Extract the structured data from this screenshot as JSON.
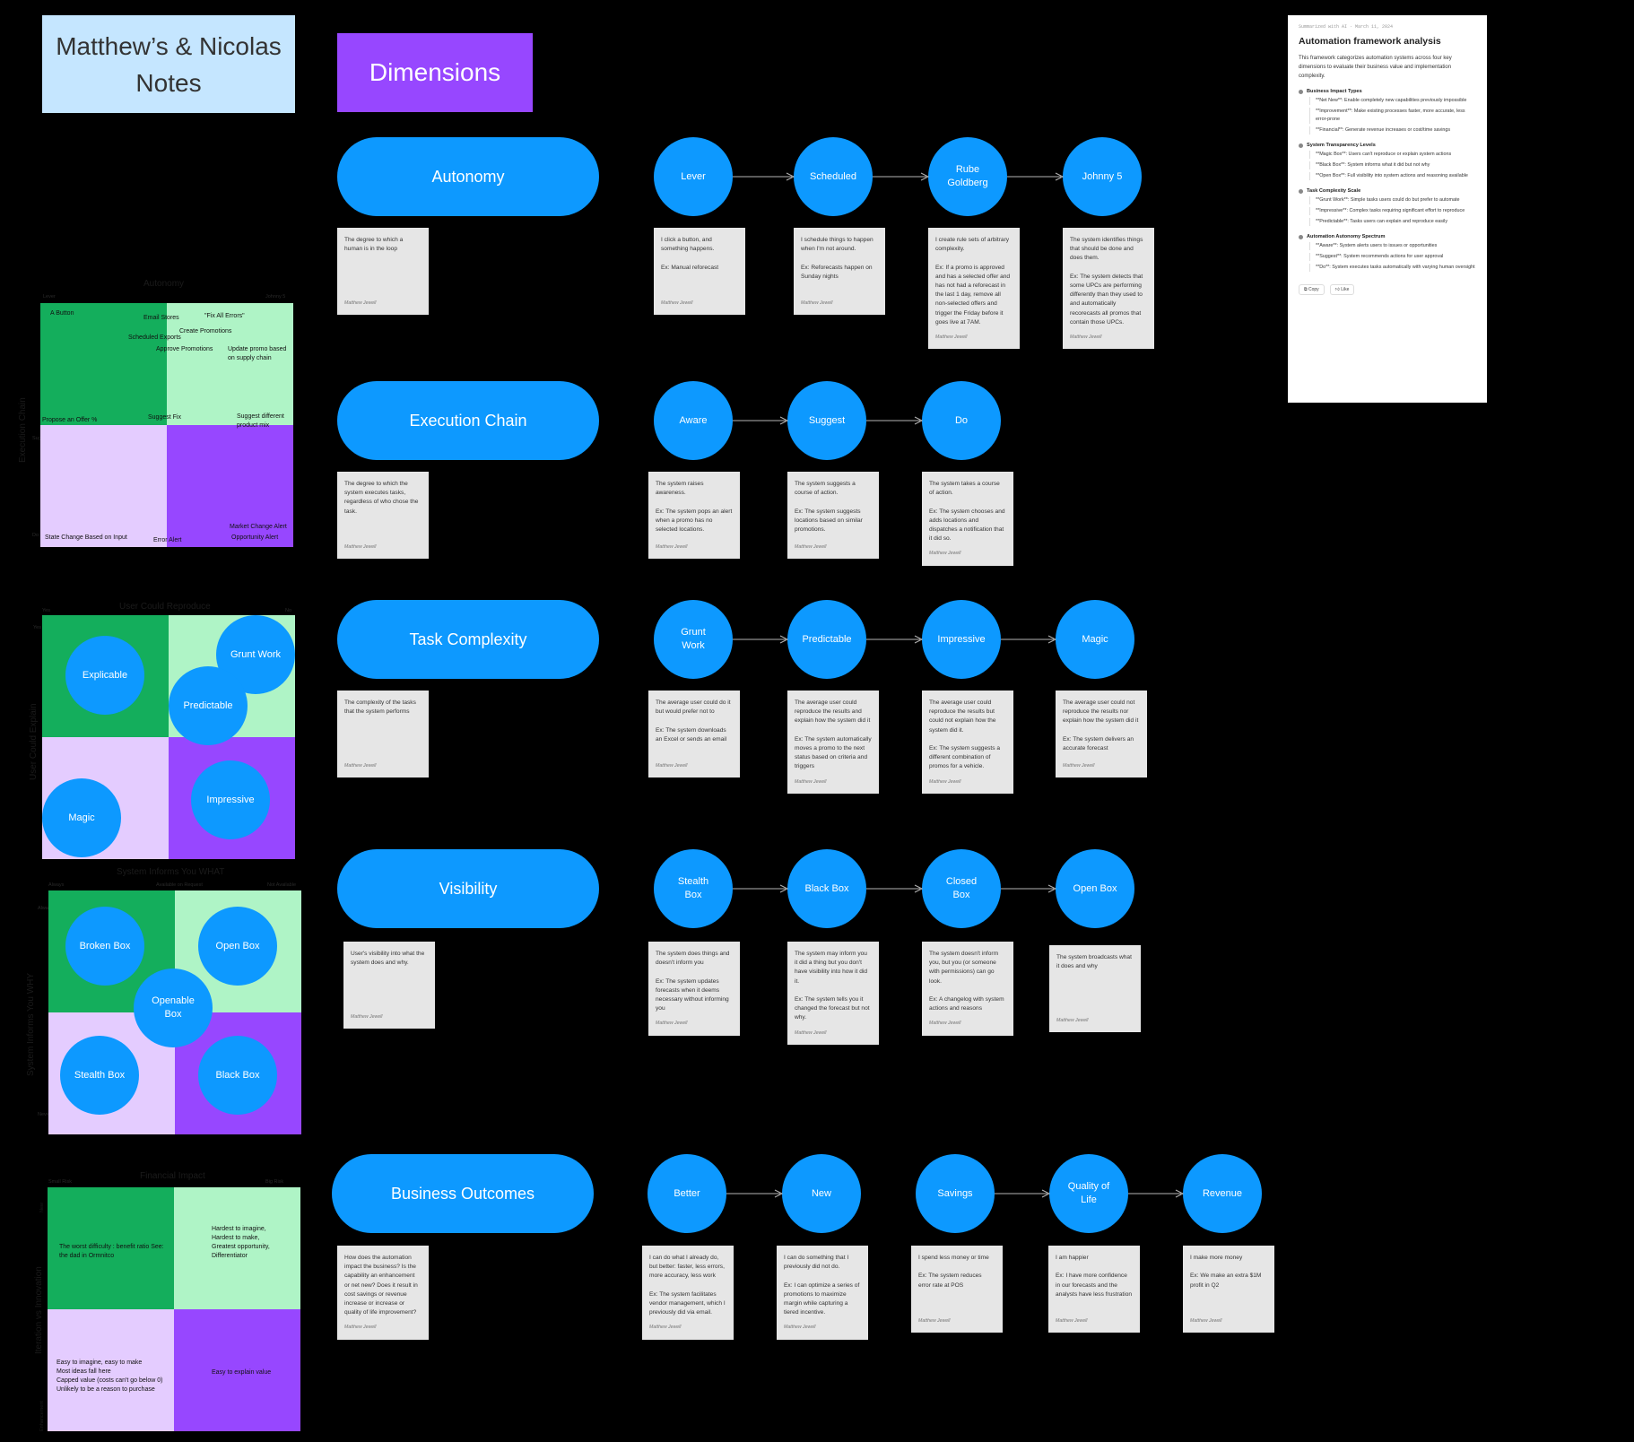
{
  "board": {
    "title": "Matthew’s & Nicolas Notes",
    "dimensions_label": "Dimensions"
  },
  "rows": [
    {
      "label": "Autonomy",
      "definition": "The degree to which a human is in the loop",
      "author": "Matthew Jewell",
      "stages": [
        {
          "name": "Lever",
          "note": "I click a button, and something happens.\n\nEx: Manual reforecast",
          "author": "Matthew Jewell"
        },
        {
          "name": "Scheduled",
          "note": "I schedule things to happen when I'm not around.\n\nEx: Reforecasts happen on Sunday nights",
          "author": "Matthew Jewell"
        },
        {
          "name": "Rube Goldberg",
          "note": "I create rule sets of arbitrary complexity.\n\nEx: If a promo is approved and has a selected offer and has not had a reforecast in the last 1 day, remove all non-selected offers and trigger the Friday before it goes live at 7AM.",
          "author": "Matthew Jewell"
        },
        {
          "name": "Johnny 5",
          "note": "The system identifies things that should be done and does them.\n\nEx: The system detects that some UPCs are performing differently than they used to and automatically recorecasts all promos that contain those UPCs.",
          "author": "Matthew Jewell"
        }
      ]
    },
    {
      "label": "Execution Chain",
      "definition": "The degree to which the system executes tasks, regardless of who chose the task.",
      "author": "Matthew Jewell",
      "stages": [
        {
          "name": "Aware",
          "note": "The system raises awareness.\n\nEx: The system pops an alert when a promo has no selected locations.",
          "author": "Matthew Jewell"
        },
        {
          "name": "Suggest",
          "note": "The system suggests a course of action.\n\nEx: The system suggests locations based on similar promotions.",
          "author": "Matthew Jewell"
        },
        {
          "name": "Do",
          "note": "The system takes a course of action.\n\nEx: The system chooses and adds locations and dispatches a notification that it did so.",
          "author": "Matthew Jewell"
        }
      ]
    },
    {
      "label": "Task Complexity",
      "definition": "The complexity of the tasks that the system performs",
      "author": "Matthew Jewell",
      "stages": [
        {
          "name": "Grunt Work",
          "note": "The average user could do it but would prefer not to\n\nEx: The system downloads an Excel or sends an email",
          "author": "Matthew Jewell"
        },
        {
          "name": "Predictable",
          "note": "The average user could reproduce the results and explain how the system did it\n\nEx: The system automatically moves a promo to the next status based on criteria and triggers",
          "author": "Matthew Jewell"
        },
        {
          "name": "Impressive",
          "note": "The average user could reproduce the results but could not explain how the system did it.\n\nEx: The system suggests a different combination of promos for a vehicle.",
          "author": "Matthew Jewell"
        },
        {
          "name": "Magic",
          "note": "The average user could not reproduce the results nor explain how the system did it\n\nEx: The system delivers an accurate forecast",
          "author": "Matthew Jewell"
        }
      ]
    },
    {
      "label": "Visibility",
      "definition": "User's visibility into what the system does and why.",
      "author": "Matthew Jewell",
      "stages": [
        {
          "name": "Stealth Box",
          "note": "The system does things and doesn't inform you\n\nEx: The system updates forecasts when it deems necessary without informing you",
          "author": "Matthew Jewell"
        },
        {
          "name": "Black Box",
          "note": "The system may inform you it did a thing but you don't have visibility into how it did it.\n\nEx: The system tells you it changed the forecast but not why.",
          "author": "Matthew Jewell"
        },
        {
          "name": "Closed Box",
          "note": "The system doesn't inform you, but you (or someone with permissions) can go look.\n\nEx: A changelog with system actions and reasons",
          "author": "Matthew Jewell"
        },
        {
          "name": "Open Box",
          "note": "The system broadcasts what it does and why",
          "author": "Matthew Jewell"
        }
      ]
    },
    {
      "label": "Business Outcomes",
      "definition": "How does the automation impact the business? Is the capability an enhancement or net new? Does it result in cost savings or revenue increase or increase or quality of life improvement?",
      "author": "Matthew Jewell",
      "stages": [
        {
          "name": "Better",
          "note": "I can do what I already do, but better: faster, less errors, more accuracy, less work\n\nEx: The system facilitates vendor management, which I previously did via email.",
          "author": "Matthew Jewell"
        },
        {
          "name": "New",
          "note": "I can do something that I previously did not do.\n\nEx: I can optimize a series of promotions to maximize margin while capturing a tiered incentive.",
          "author": "Matthew Jewell"
        },
        {
          "name": "Savings",
          "note": "I spend less money or time\n\nEx: The system reduces error rate at POS",
          "author": "Matthew Jewell"
        },
        {
          "name": "Quality of Life",
          "note": "I am happier\n\nEx: I have more confidence in our forecasts and the analysts have less frustration",
          "author": "Matthew Jewell"
        },
        {
          "name": "Revenue",
          "note": "I make more money\n\nEx: We make an extra $1M profit in Q2",
          "author": "Matthew Jewell"
        }
      ]
    }
  ],
  "matrices": {
    "autonomy": {
      "x_title": "Autonomy",
      "y_title": "Execution Chain",
      "tick_tl": "Lever",
      "tick_tr": "Johnny 5",
      "tick_y_mid": "Suggest",
      "tick_y_bot": "Do",
      "labels": {
        "a_button": "A Button",
        "email_stores": "Email Stores",
        "fix_all_errors": "\"Fix All Errors\"",
        "create_promotions": "Create Promotions",
        "scheduled_exports": "Scheduled Exports",
        "approve_promotions": "Approve Promotions",
        "update_promo": "Update promo based on supply chain",
        "propose_offer": "Propose an Offer %",
        "suggest_fix": "Suggest Fix",
        "suggest_product_mix": "Suggest different product mix",
        "state_change": "State Change Based on Input",
        "error_alert": "Error Alert",
        "market_change_alert": "Market Change Alert",
        "opportunity_alert": "Opportunity Alert"
      }
    },
    "complexity": {
      "x_title": "User Could Reproduce",
      "y_title": "User Could Explain",
      "tick_l": "Yes",
      "tick_r": "No",
      "tick_y": "Yes",
      "circles": {
        "explicable": "Explicable",
        "grunt_work": "Grunt Work",
        "predictable": "Predictable",
        "impressive": "Impressive",
        "magic": "Magic"
      }
    },
    "visibility": {
      "x_title": "System Informs You WHAT",
      "y_title": "System Informs You WHY",
      "tick_l": "Always",
      "tick_m": "Available on Request",
      "tick_r": "Not Available",
      "tick_y_top": "Always",
      "tick_y_bot": "Never",
      "circles": {
        "broken_box": "Broken Box",
        "open_box": "Open Box",
        "openable_box": "Openable Box",
        "stealth_box": "Stealth Box",
        "black_box": "Black Box"
      }
    },
    "outcomes": {
      "x_title": "Financial Impact",
      "y_title": "Iteration vs Innovation",
      "tick_l": "Small Risk",
      "tick_r": "Big Risk",
      "tick_y_top": "New",
      "tick_y_bot": "Enhancement",
      "labels": {
        "worst": "The worst difficulty : benefit ratio See: the dad in Ormnitco",
        "hardest": "Hardest to imagine, Hardest to make, Greatest opportunity, Differentiator",
        "easy": "Easy to imagine, easy to make\nMost ideas fall here\nCapped value (costs can't go below 0)\nUnlikely to be a reason to purchase",
        "easy_value": "Easy to explain value"
      }
    }
  },
  "summary": {
    "meta": "Summarized with AI · March 11, 2024",
    "heading": "Automation framework analysis",
    "intro": "This framework categorizes automation systems across four key dimensions to evaluate their business value and implementation complexity.",
    "sections": [
      {
        "title": "Business Impact Types",
        "items": [
          "**Net New**: Enable completely new capabilities previously impossible",
          "**Improvement**: Make existing processes faster, more accurate, less error-prone",
          "**Financial**: Generate revenue increases or cost/time savings"
        ]
      },
      {
        "title": "System Transparency Levels",
        "items": [
          "**Magic Box**: Users can't reproduce or explain system actions",
          "**Black Box**: System informs what it did but not why",
          "**Open Box**: Full visibility into system actions and reasoning available"
        ]
      },
      {
        "title": "Task Complexity Scale",
        "items": [
          "**Grunt Work**: Simple tasks users could do but prefer to automate",
          "**Impressive**: Complex tasks requiring significant effort to reproduce",
          "**Predictable**: Tasks users can explain and reproduce easily"
        ]
      },
      {
        "title": "Automation Autonomy Spectrum",
        "items": [
          "**Aware**: System alerts users to issues or opportunities",
          "**Suggest**: System recommends actions for user approval",
          "**Do**: System executes tasks automatically with varying human oversight"
        ]
      }
    ],
    "copy_label": "Copy",
    "like_label": "Like"
  },
  "colors": {
    "canvas": "#000000",
    "primary_blue": "#0d99ff",
    "purple": "#9747ff",
    "dark_green": "#14ae5c",
    "light_green": "#aff4c6",
    "light_purple": "#e4ccff",
    "note_gray": "#e6e6e6",
    "title_blue": "#c5e6ff"
  }
}
